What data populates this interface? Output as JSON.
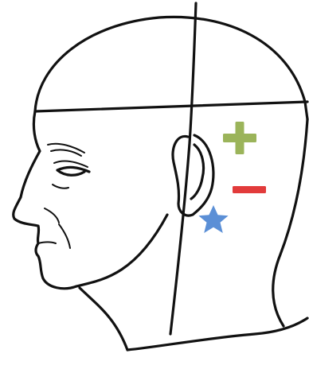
{
  "figure": {
    "subject": "head-profile-left",
    "markers": [
      {
        "symbol": "plus",
        "icon": "plus-icon",
        "color": "#9bb45a"
      },
      {
        "symbol": "minus",
        "icon": "minus-icon",
        "color": "#e23b3b"
      },
      {
        "symbol": "star",
        "icon": "star-icon",
        "color": "#5b8fd6"
      }
    ]
  }
}
